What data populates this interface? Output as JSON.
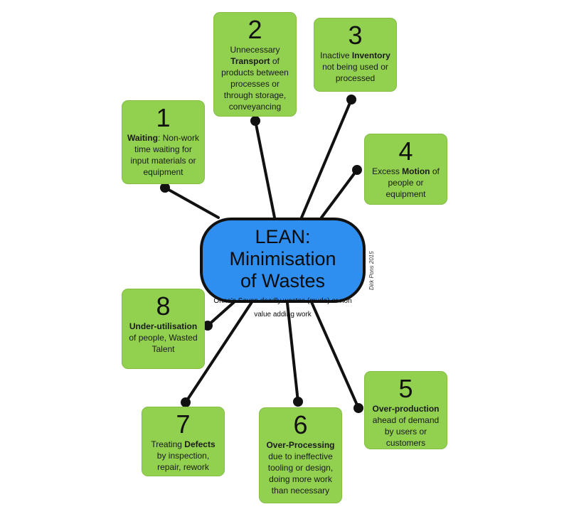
{
  "center": {
    "title_line1": "LEAN: Minimisation",
    "title_line2": "of Wastes",
    "subtitle": "Ohno’s Seven deadly wastes (muda) or non value adding work"
  },
  "credit": "Dirk Pons 2015",
  "wastes": [
    {
      "number": "1",
      "keyword": "Waiting",
      "before": "",
      "after": ": Non-work time waiting for input materials or equipment"
    },
    {
      "number": "2",
      "keyword": "Transport",
      "before": "Unnecessary ",
      "after": " of products between processes or through storage, conveyancing"
    },
    {
      "number": "3",
      "keyword": "Inventory",
      "before": "Inactive ",
      "after": " not being used or processed"
    },
    {
      "number": "4",
      "keyword": "Motion",
      "before": "Excess ",
      "after": " of people or equipment"
    },
    {
      "number": "5",
      "keyword": "Over-production",
      "before": "",
      "after": " ahead of demand by users or customers"
    },
    {
      "number": "6",
      "keyword": "Over-Processing",
      "before": "",
      "after": " due to ineffective tooling or design, doing more work than necessary"
    },
    {
      "number": "7",
      "keyword": "Defects",
      "before": "Treating ",
      "after": " by inspection, repair, rework"
    },
    {
      "number": "8",
      "keyword": "Under-utilisation",
      "before": "",
      "after": " of people, Wasted Talent"
    }
  ],
  "colors": {
    "box_fill": "#92d050",
    "center_fill": "#2f8ff0",
    "connector": "#111111"
  }
}
